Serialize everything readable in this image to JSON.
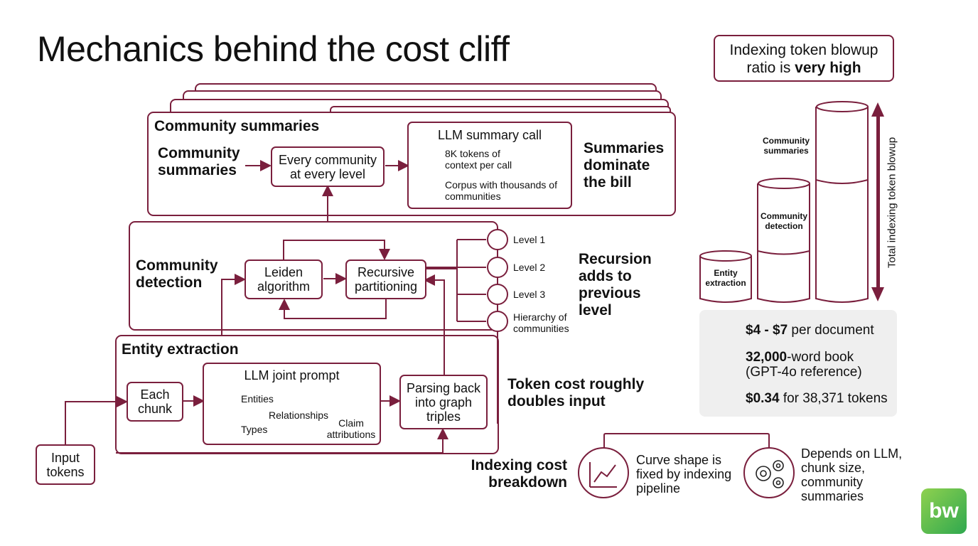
{
  "title": "Mechanics behind the cost cliff",
  "callout": {
    "line1": "Indexing token blowup",
    "line2_prefix": "ratio is ",
    "line2_bold": "very high"
  },
  "summaries": {
    "panel_title": "Community summaries",
    "left_label": "Community summaries",
    "box": "Every community at every level",
    "llm_title": "LLM summary call",
    "llm_item1": "8K tokens of context per call",
    "llm_item2": "Corpus with thousands of communities",
    "side_label": "Summaries dominate the bill"
  },
  "detection": {
    "label": "Community detection",
    "leiden": "Leiden algorithm",
    "recursive": "Recursive partitioning",
    "levels": [
      "Level 1",
      "Level 2",
      "Level 3",
      "Hierarchy of communities"
    ],
    "side_label": "Recursion adds to previous level"
  },
  "extraction": {
    "panel_title": "Entity extraction",
    "chunk": "Each chunk",
    "prompt_title": "LLM joint prompt",
    "entities": "Entities",
    "relationships": "Relationships",
    "claims": "Claim attributions",
    "types": "Types",
    "parsing": "Parsing back into graph triples",
    "side_label": "Token cost roughly doubles input"
  },
  "input": "Input tokens",
  "stack": {
    "community_summaries": "Community summaries",
    "community_detection": "Community detection",
    "entity_extraction": "Entity extraction",
    "axis_label": "Total indexing token blowup"
  },
  "costs": [
    {
      "bold": "$4 - $7",
      "rest": " per document"
    },
    {
      "bold": "32,000",
      "rest": "-word book (GPT-4o reference)"
    },
    {
      "bold": "$0.34",
      "rest": " for 38,371 tokens"
    }
  ],
  "breakdown": {
    "label": "Indexing cost breakdown",
    "curve": "Curve shape is fixed by indexing pipeline",
    "depends": "Depends on LLM, chunk size, community summaries"
  },
  "logo": "bw",
  "colors": {
    "accent": "#7a1f3d",
    "panel": "#efefef"
  }
}
